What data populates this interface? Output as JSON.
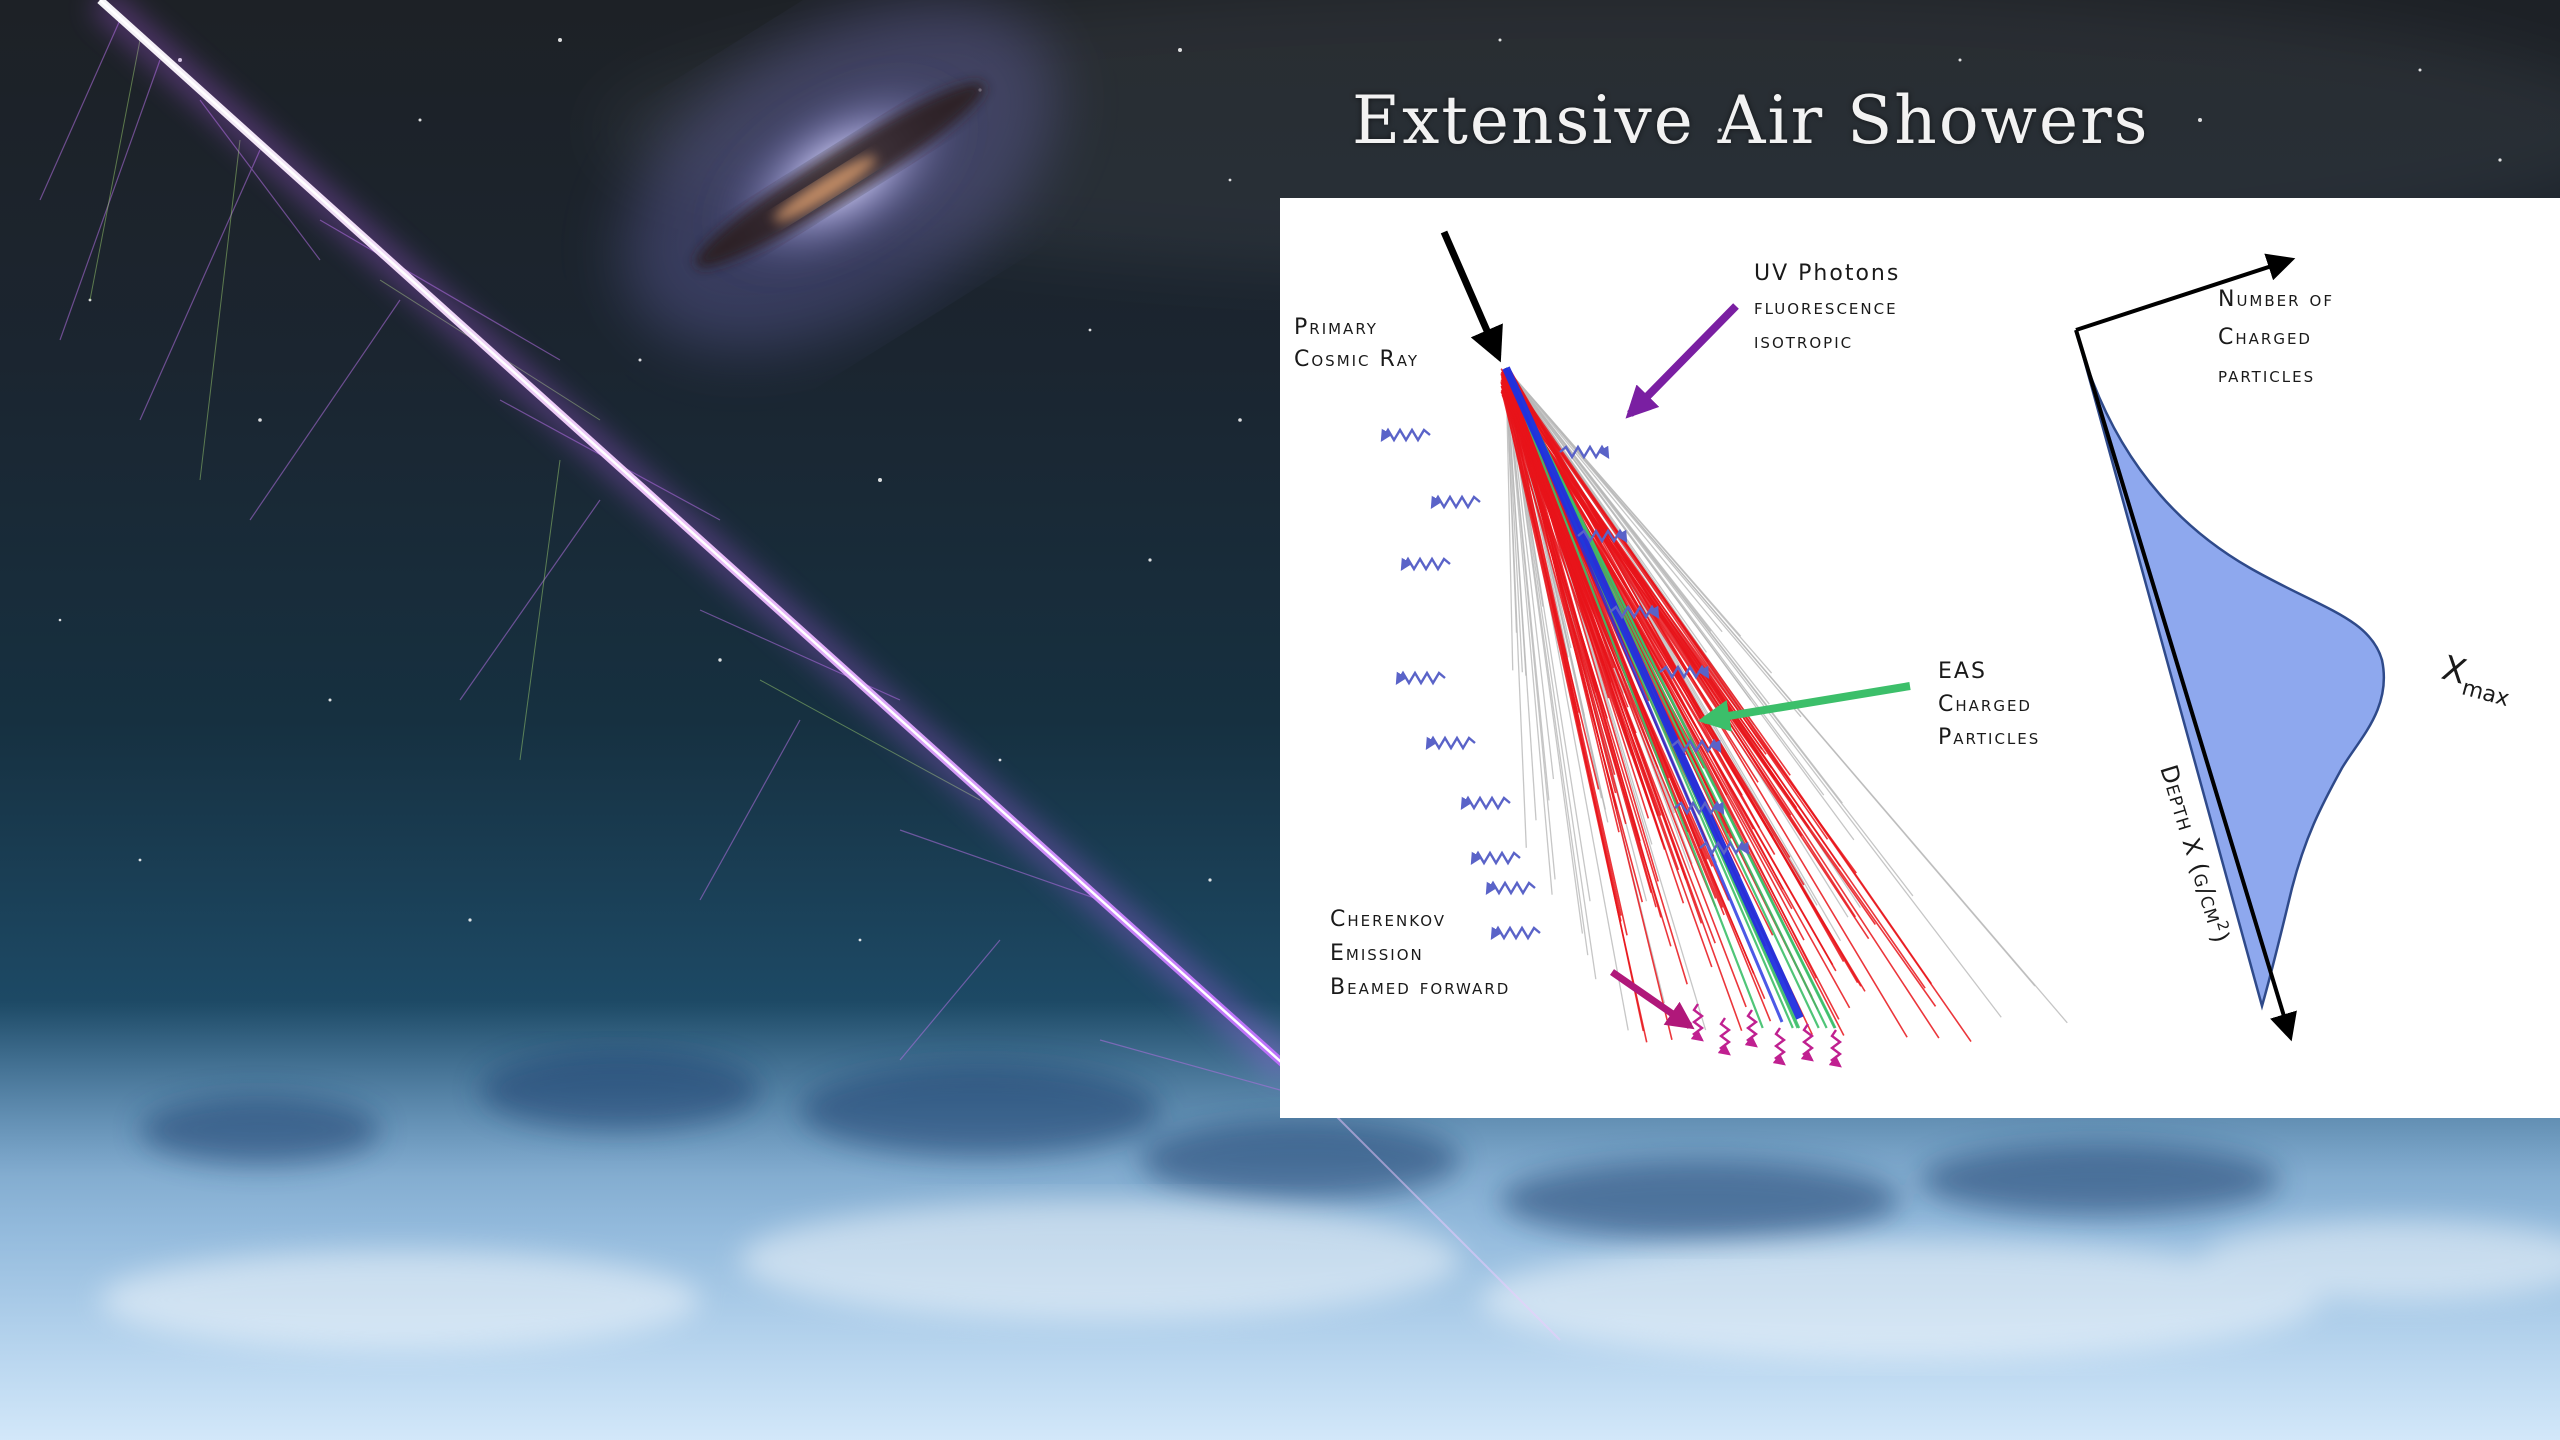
{
  "slide": {
    "title": "Extensive Air Showers"
  },
  "diagram": {
    "primary_label": [
      "Primary",
      "Cosmic Ray"
    ],
    "uv_label": [
      "UV Photons",
      "fluorescence",
      "isotropic"
    ],
    "eas_label": [
      "EAS",
      "Charged",
      "Particles"
    ],
    "cherenkov_label": [
      "Cherenkov",
      "Emission",
      "Beamed forward"
    ],
    "profile": {
      "axis_top_label": [
        "Number of",
        "Charged",
        "particles"
      ],
      "axis_depth_label": "Depth X (g/cm",
      "axis_depth_sup": "2",
      "axis_depth_close": ")",
      "xmax_main": "X",
      "xmax_sub": "max"
    },
    "colors": {
      "primary_arrow": "#000000",
      "uv_arrow": "#7a1fa2",
      "eas_arrow": "#3cbf6a",
      "cherenkov_arrow": "#b0187a",
      "shower_core": "#2030e0",
      "shower_particles": "#e8141a",
      "profile_fill": "#8ea8ee",
      "photon_wave": "#5a63c8"
    }
  }
}
